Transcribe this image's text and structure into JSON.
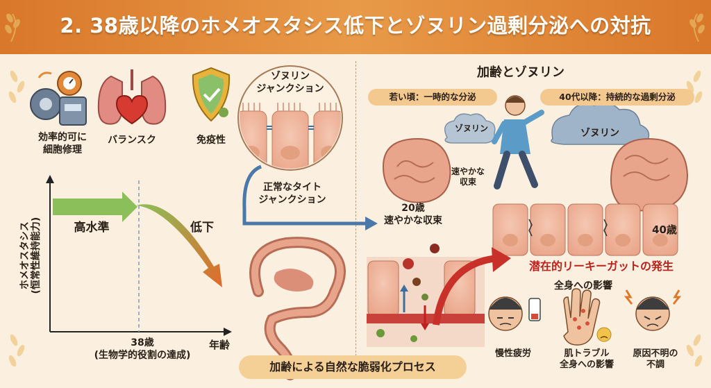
{
  "title": "2. 38歳以降のホメオスタシス低下とゾヌリン過剰分泌への対抗",
  "left": {
    "icons": [
      {
        "icon": "gear-gauge-icon",
        "label": "効率的可に\n細胞修理"
      },
      {
        "icon": "lungs-heart-icon",
        "label": "バランスク"
      },
      {
        "icon": "shield-check-icon",
        "label": "免疫性"
      }
    ],
    "chart": {
      "ylabel": "ホメオスタシス\n(恒常性維持能力)",
      "high_label": "高水準",
      "low_label": "低下",
      "xlabel": "年齢",
      "marker_label": "38歳\n(生物学的役割の達成)"
    },
    "tight_junction": {
      "title": "ゾヌリン\nジャンクション",
      "normal_label": "正常なタイト\nジャンクション"
    },
    "process_label": "加齢による自然な脆弱化プロセス"
  },
  "right": {
    "heading": "加齢とゾヌリン",
    "young_pill": "若い頃：一時的な分泌",
    "old_pill": "40代以降：持続的な過剰分泌",
    "cloud_small": "ゾヌリン",
    "cloud_big": "ゾヌリン",
    "fast_label": "速やかな\n収束",
    "age20_label": "20歳\n速やかな収束",
    "age40_label": "40歳",
    "leaky_label": "潜在的リーキーガットの発生",
    "whole_body": "全身への影響",
    "effects": [
      {
        "icon": "tired-face-icon",
        "label": "慢性疲労"
      },
      {
        "icon": "rash-hand-icon",
        "label": "肌トラブル\n全身への影響"
      },
      {
        "icon": "headache-face-icon",
        "label": "原因不明の\n不調"
      }
    ]
  },
  "colors": {
    "title_bg": "#d9772a",
    "accent_red": "#c0201c",
    "arrow_blue": "#4a78a8",
    "arrow_green": "#8bbf5a",
    "arrow_orange": "#e0782a"
  }
}
